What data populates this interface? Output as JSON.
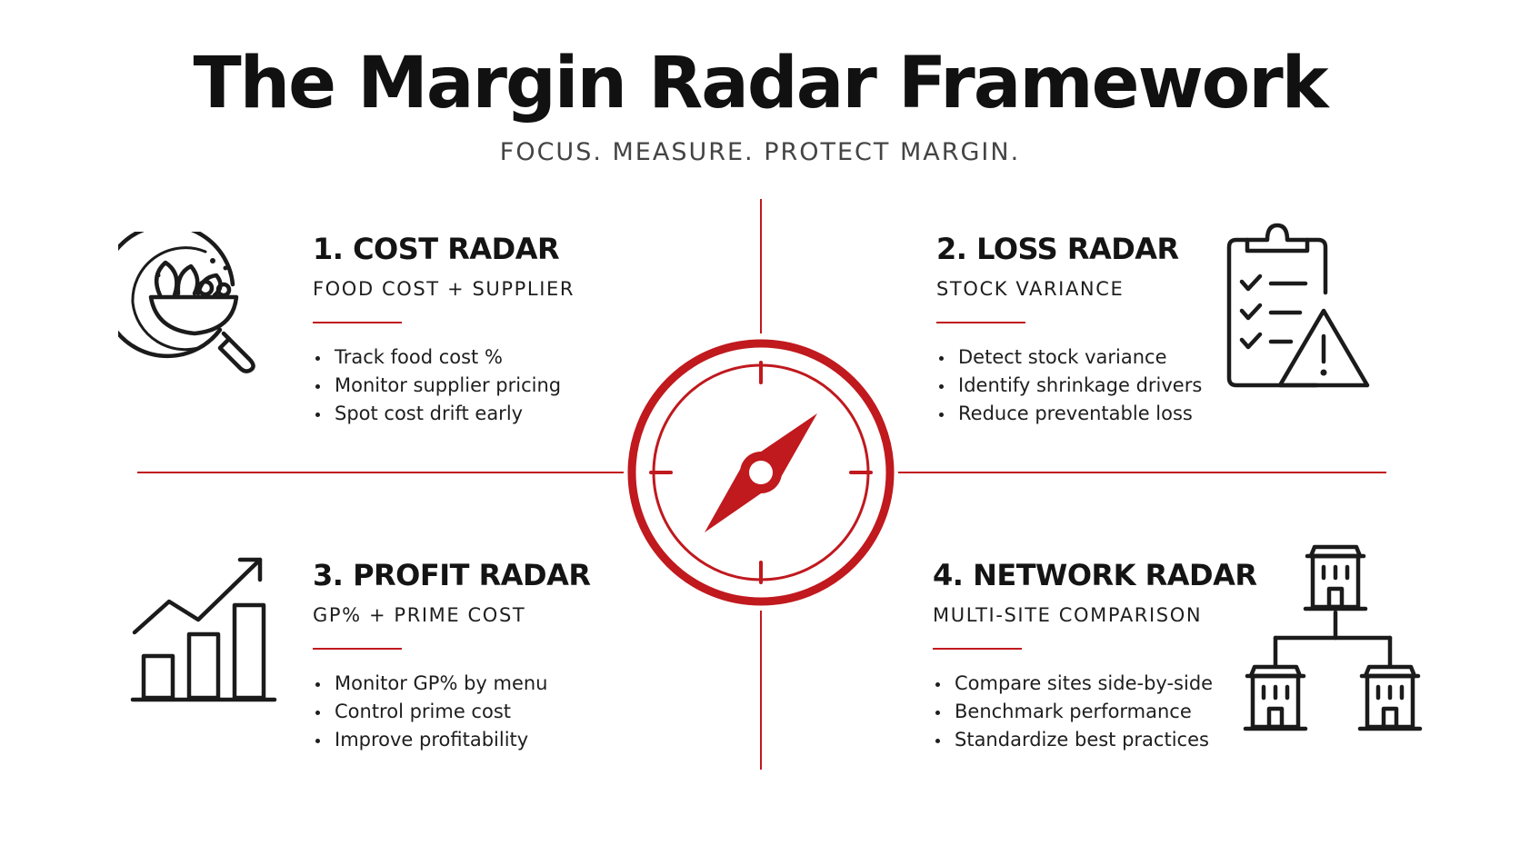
{
  "header": {
    "title": "The Margin Radar Framework",
    "subtitle": "FOCUS. MEASURE. PROTECT MARGIN."
  },
  "colors": {
    "accent": "#c0191e",
    "text": "#141414"
  },
  "center_icon": "compass-icon",
  "quadrants": [
    {
      "title": "1. COST RADAR",
      "subtitle": "FOOD COST + SUPPLIER",
      "icon": "food-bowl-magnifier-icon",
      "bullets": [
        "Track food cost %",
        "Monitor supplier pricing",
        "Spot cost drift early"
      ]
    },
    {
      "title": "2. LOSS RADAR",
      "subtitle": "STOCK VARIANCE",
      "icon": "clipboard-warning-icon",
      "bullets": [
        "Detect stock variance",
        "Identify shrinkage drivers",
        "Reduce preventable loss"
      ]
    },
    {
      "title": "3. PROFIT RADAR",
      "subtitle": "GP% + PRIME COST",
      "icon": "growth-chart-icon",
      "bullets": [
        "Monitor GP% by menu",
        "Control prime cost",
        "Improve profitability"
      ]
    },
    {
      "title": "4. NETWORK RADAR",
      "subtitle": "MULTI-SITE COMPARISON",
      "icon": "multi-site-network-icon",
      "bullets": [
        "Compare sites side-by-side",
        "Benchmark performance",
        "Standardize best practices"
      ]
    }
  ]
}
